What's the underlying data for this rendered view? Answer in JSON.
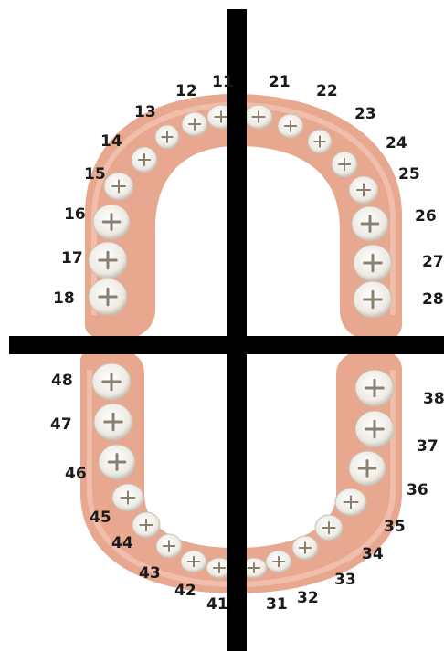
{
  "labels": {
    "upper_right": [
      "11",
      "12",
      "13",
      "14",
      "15",
      "16",
      "17",
      "18"
    ],
    "upper_left": [
      "21",
      "22",
      "23",
      "24",
      "25",
      "26",
      "27",
      "28"
    ],
    "lower_left": [
      "31",
      "32",
      "33",
      "34",
      "35",
      "36",
      "37",
      "38"
    ],
    "lower_right": [
      "41",
      "42",
      "43",
      "44",
      "45",
      "46",
      "47",
      "48"
    ]
  },
  "colors": {
    "gum": "#e8a890",
    "gum_light": "#f4c7b6",
    "tooth": "#f2efe9",
    "tooth_shadow": "#8a8070",
    "cross": "#000000",
    "text": "#1a1a1a"
  }
}
